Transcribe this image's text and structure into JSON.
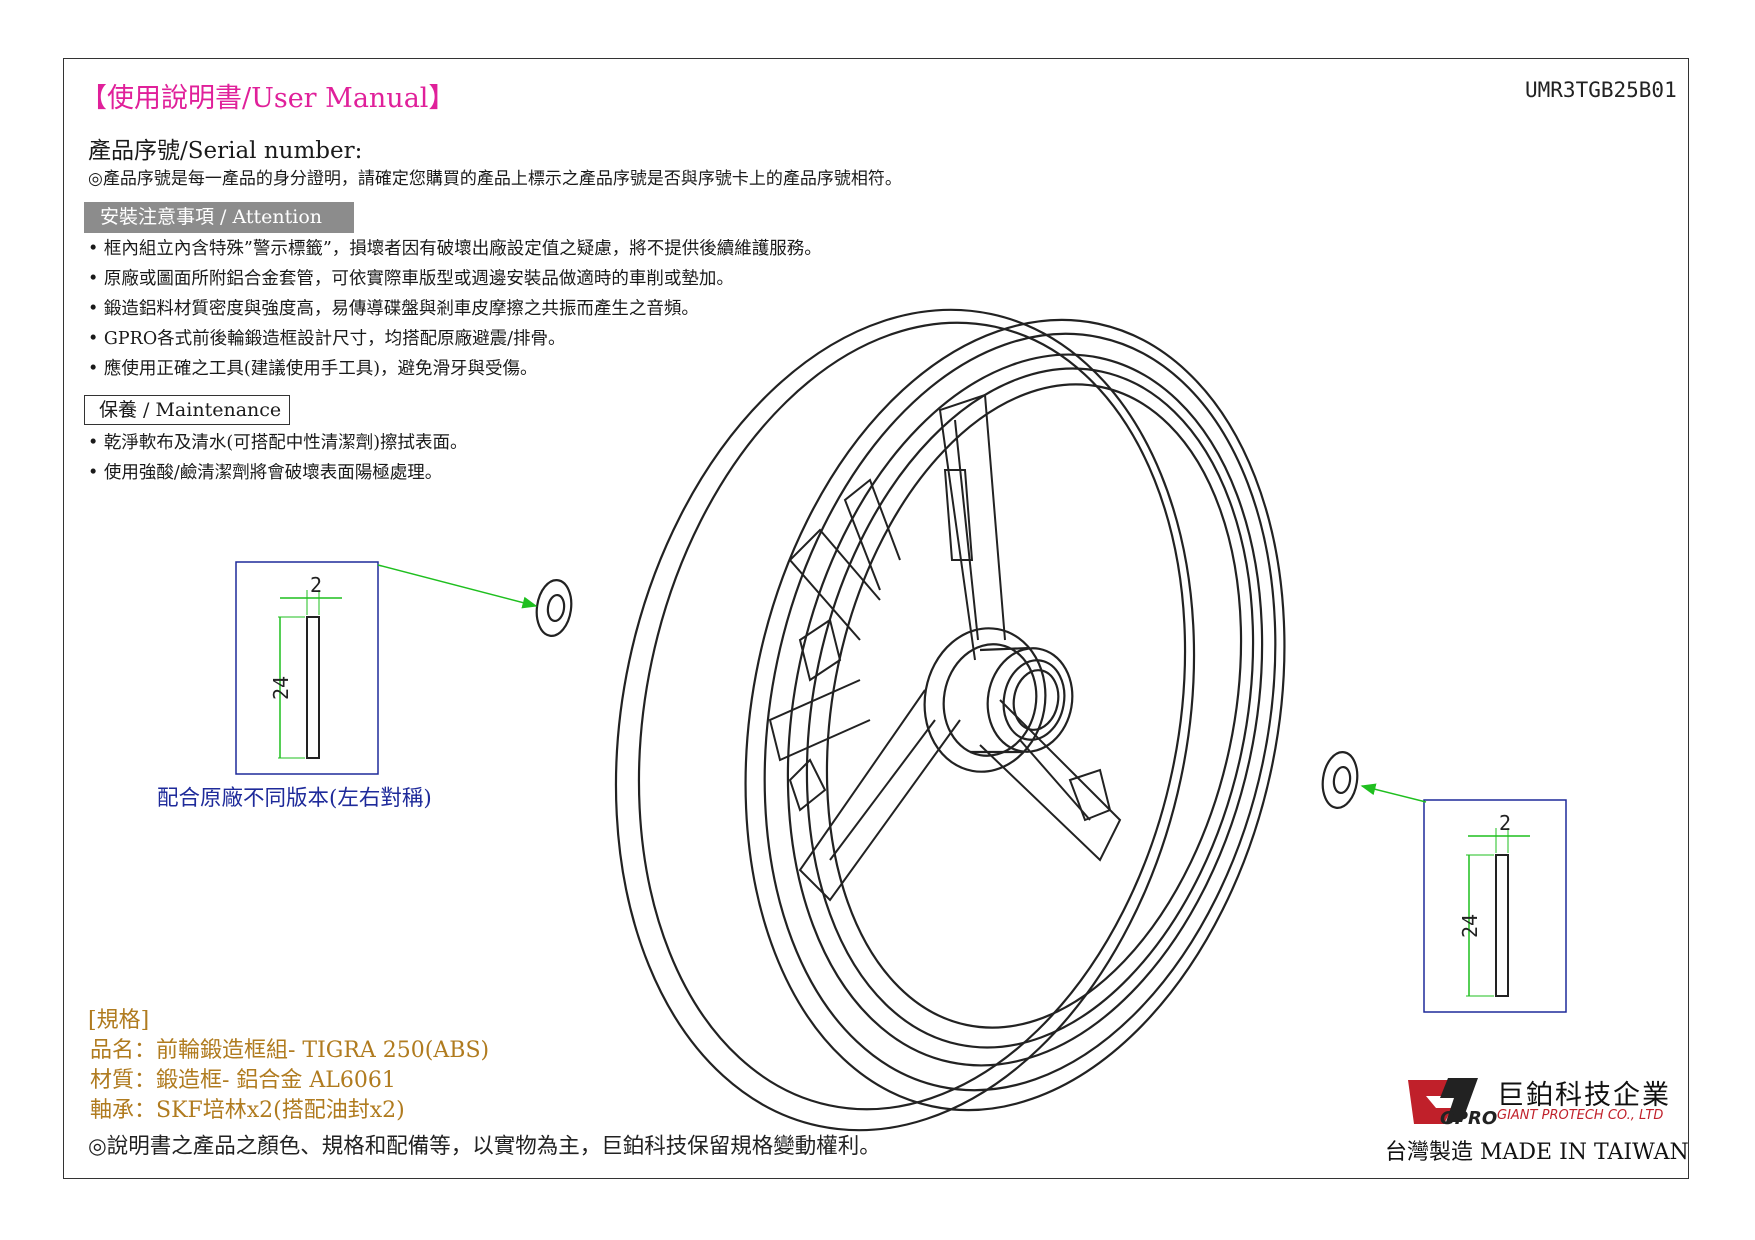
{
  "header": {
    "title": "【使用說明書/User Manual】",
    "code": "UMR3TGB25B01"
  },
  "serial": {
    "heading": "產品序號/Serial number:",
    "note": "◎產品序號是每一產品的身分證明，請確定您購買的產品上標示之產品序號是否與序號卡上的產品序號相符。"
  },
  "attention": {
    "heading": "安裝注意事項 / Attention",
    "items": [
      "• 框內組立內含特殊”警示標籤”，損壞者因有破壞出廠設定值之疑慮，將不提供後續維護服務。",
      "• 原廠或圖面所附鋁合金套管，可依實際車版型或週邊安裝品做適時的車削或墊加。",
      "• 鍛造鋁料材質密度與強度高，易傳導碟盤與剎車皮摩擦之共振而產生之音頻。",
      "• GPRO各式前後輪鍛造框設計尺寸，均搭配原廠避震/排骨。",
      "• 應使用正確之工具(建議使用手工具)，避免滑牙與受傷。"
    ]
  },
  "maintenance": {
    "heading": "保養 / Maintenance",
    "items": [
      "• 乾淨軟布及清水(可搭配中性清潔劑)擦拭表面。",
      "• 使用強酸/鹼清潔劑將會破壞表面陽極處理。"
    ]
  },
  "diagram": {
    "left_dim_width": "2",
    "left_dim_height": "24",
    "right_dim_width": "2",
    "right_dim_height": "24",
    "fit_note": "配合原廠不同版本(左右對稱)"
  },
  "specs": {
    "heading": "[規格]",
    "items": [
      "品名：前輪鍛造框組- TIGRA 250(ABS)",
      "材質：鍛造框- 鋁合金 AL6061",
      "軸承：SKF培林x2(搭配油封x2)"
    ],
    "note": "◎說明書之產品之顏色、規格和配備等，以實物為主，巨鉑科技保留規格變動權利。"
  },
  "company": {
    "logo_text": "GPRO",
    "name_cn": "巨鉑科技企業",
    "name_en": "GIANT PROTECH CO., LTD",
    "made_in": "台灣製造 MADE IN TAIWAN"
  },
  "colors": {
    "title": "#e0209a",
    "spec": "#b07b1f",
    "note_blue": "#1e2a9a",
    "dim_green": "#1fbf1f",
    "logo_red": "#c0202a"
  }
}
